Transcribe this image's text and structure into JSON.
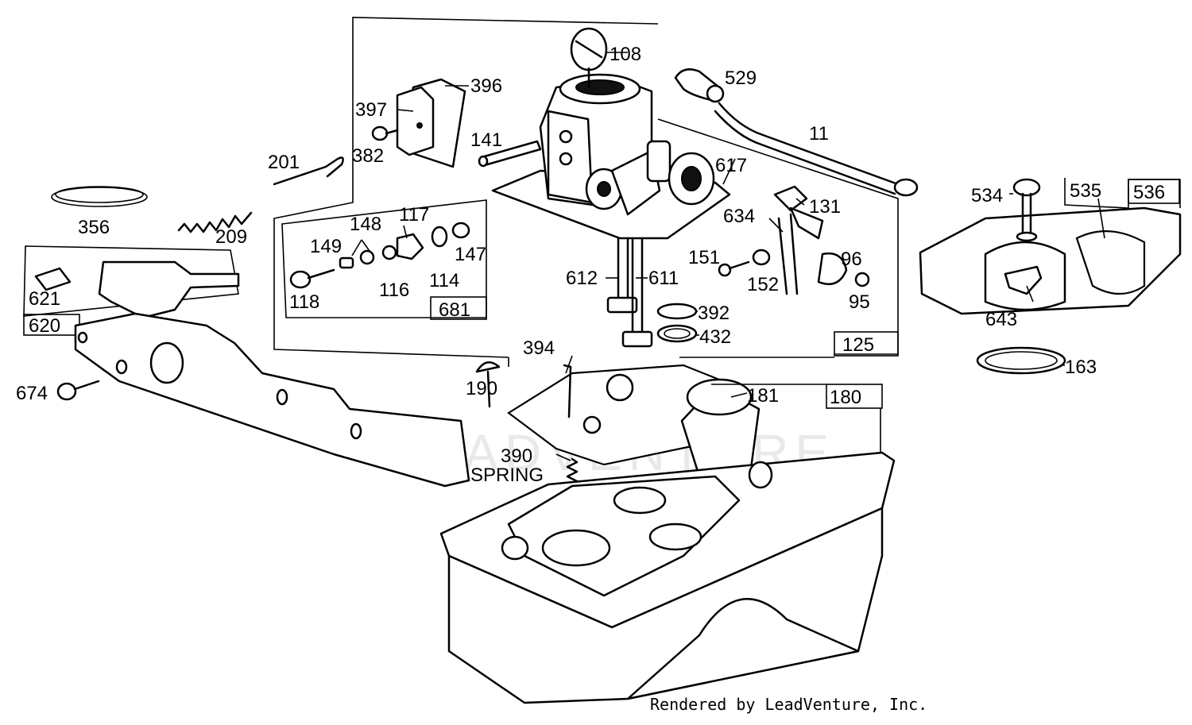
{
  "diagram": {
    "footer": "Rendered by LeadVenture, Inc.",
    "watermark": "LEADVENTURE",
    "parts": {
      "p108": "108",
      "p396": "396",
      "p397": "397",
      "p382": "382",
      "p201": "201",
      "p141": "141",
      "p529": "529",
      "p11": "11",
      "p617": "617",
      "p634": "634",
      "p131": "131",
      "p356": "356",
      "p209": "209",
      "p149": "149",
      "p148": "148",
      "p117": "117",
      "p147": "147",
      "p118": "118",
      "p116": "116",
      "p114": "114",
      "p681": "681",
      "p151": "151",
      "p152": "152",
      "p96": "96",
      "p95": "95",
      "p612": "612",
      "p611": "611",
      "p392": "392",
      "p432": "432",
      "p125": "125",
      "p621": "621",
      "p620": "620",
      "p674": "674",
      "p394": "394",
      "p190": "190",
      "p181": "181",
      "p180": "180",
      "p390": "390",
      "spring": "SPRING",
      "p534": "534",
      "p535": "535",
      "p536": "536",
      "p643": "643",
      "p163": "163"
    }
  }
}
